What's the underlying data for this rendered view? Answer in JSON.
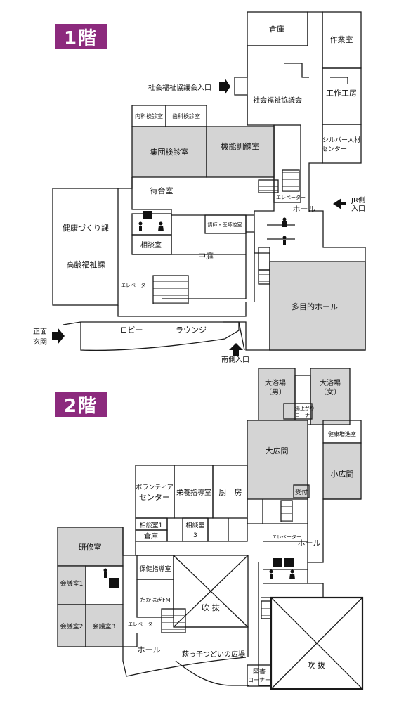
{
  "floors": {
    "f1": "1階",
    "f2": "2階"
  },
  "f1_rooms": {
    "warehouse": "倉庫",
    "workroom": "作業室",
    "craft": "工作工房",
    "silver": "シルバー人材",
    "silver2": "センター",
    "social": "社会福祉協議会",
    "social_entrance": "社会福祉協議会入口",
    "internal": "内科検診室",
    "dental": "歯科検診室",
    "group": "集団検診室",
    "training": "機能訓練室",
    "waiting": "待合室",
    "elevator": "エレベーター",
    "hall": "ホール",
    "jr_entrance1": "JR側",
    "jr_entrance2": "入口",
    "lecture": "講師・医師控室",
    "health": "健康づくり課",
    "welfare": "高齢福祉課",
    "consult": "相談室",
    "courtyard": "中庭",
    "multi": "多目的ホール",
    "main1": "正面",
    "main2": "玄関",
    "lobby": "ロビー",
    "lounge": "ラウンジ",
    "south": "南側入口"
  },
  "f2_rooms": {
    "bath_m1": "大浴場",
    "bath_m2": "（男）",
    "bath_f1": "大浴場",
    "bath_f2": "（女）",
    "corner1": "湯上がり",
    "corner2": "コーナー",
    "big_hall": "大広間",
    "health_up": "健康増進室",
    "small_hall": "小広間",
    "reception": "受付",
    "volunteer1": "ボランティア",
    "volunteer2": "センター",
    "nutrition": "栄養指導室",
    "kitchen": "厨　房",
    "consult1": "相談室1",
    "consult3a": "相談室",
    "consult3b": "3",
    "storage": "倉庫",
    "elevator": "エレベーター",
    "hall": "ホール",
    "training": "研修室",
    "health_guide": "保健指導室",
    "conf1": "会議室1",
    "fm": "たかはぎFM",
    "atrium": "吹 抜",
    "conf2": "会議室2",
    "conf3": "会議室3",
    "elevator2": "エレベーター",
    "hall2": "ホール",
    "plaza": "萩っ子つどいの広場",
    "library1": "図書",
    "library2": "コーナー",
    "atrium2": "吹 抜"
  },
  "colors": {
    "badge": "#8c2a7d",
    "shaded": "#d4d4d4",
    "line": "#1a1a1a"
  },
  "icons": [
    "accessible-toilet-icon",
    "male-toilet-icon",
    "female-toilet-icon",
    "arrow-icon",
    "stairs-icon"
  ]
}
